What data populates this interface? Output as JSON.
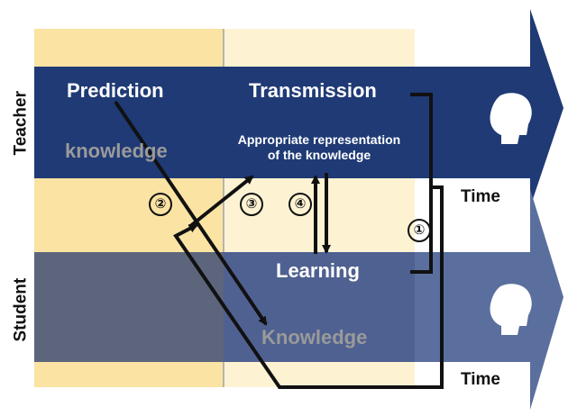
{
  "row_labels": {
    "teacher": "Teacher",
    "student": "Student"
  },
  "teacher_band": {
    "prediction": "Prediction",
    "knowledge": "knowledge",
    "transmission": "Transmission",
    "representation_line1": "Appropriate representation",
    "representation_line2": "of the knowledge"
  },
  "student_band": {
    "learning": "Learning",
    "knowledge": "Knowledge"
  },
  "time_labels": {
    "teacher_time": "Time",
    "student_time": "Time"
  },
  "step_markers": {
    "one": "①",
    "two": "②",
    "three": "③",
    "four": "④"
  },
  "icons": {
    "teacher_head": "head-silhouette-icon",
    "student_head": "head-silhouette-icon"
  },
  "colors": {
    "teacher_band": "#1f3a75",
    "student_band": "#5a6f9e",
    "column_left": "#fbe3a3",
    "column_right": "#fdf3d3",
    "arrow_stroke": "#111111"
  }
}
